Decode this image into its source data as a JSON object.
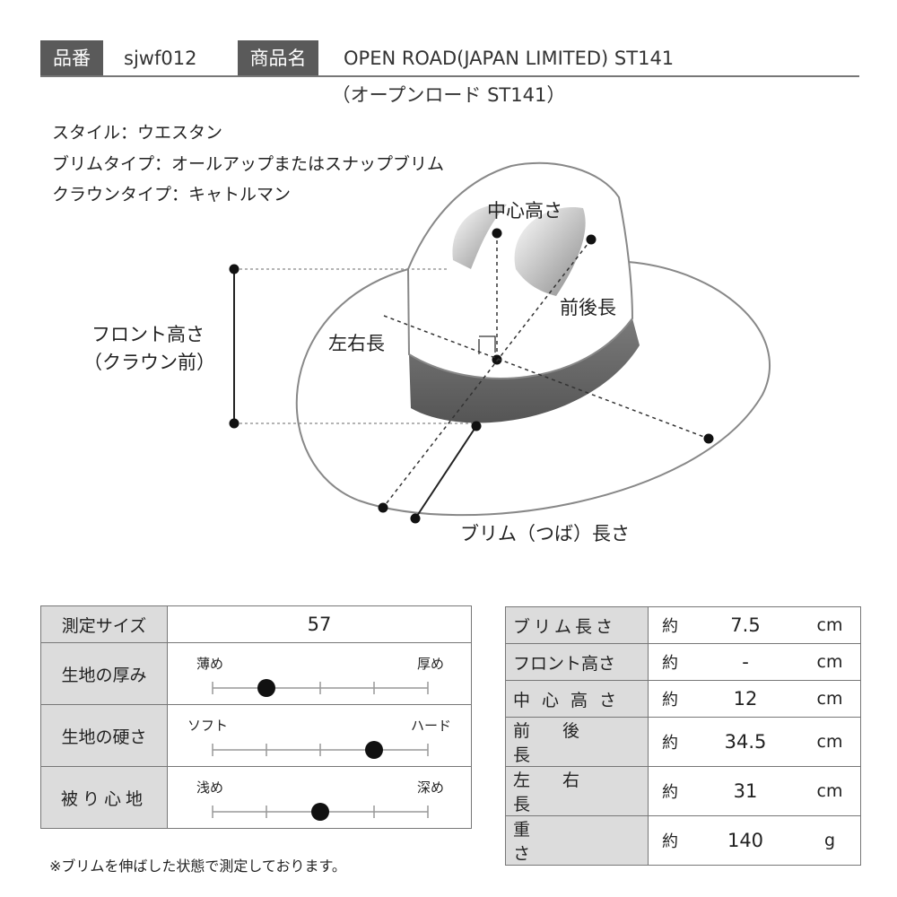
{
  "header": {
    "code_label": "品番",
    "code_value": "sjwf012",
    "name_label": "商品名",
    "name_value": "OPEN ROAD(JAPAN LIMITED) ST141",
    "subtitle": "（オープンロード ST141）"
  },
  "specs": [
    "スタイル：ウエスタン",
    "ブリムタイプ：オールアップまたはスナップブリム",
    "クラウンタイプ：キャトルマン"
  ],
  "diagram": {
    "center_height": "中心高さ",
    "front_back": "前後長",
    "left_right": "左右長",
    "front_height_1": "フロント高さ",
    "front_height_2": "（クラウン前）",
    "brim_length": "ブリム（つば）長さ"
  },
  "left_table": {
    "size_label": "測定サイズ",
    "size_value": "57",
    "rows": [
      {
        "label": "生地の厚み",
        "left": "薄め",
        "right": "厚め",
        "level": 0.25
      },
      {
        "label": "生地の硬さ",
        "left": "ソフト",
        "right": "ハード",
        "level": 0.75
      },
      {
        "label": "被り心地",
        "left": "浅め",
        "right": "深め",
        "level": 0.5
      }
    ]
  },
  "right_table": {
    "rows": [
      {
        "label": "ブリム長さ",
        "approx": "約",
        "value": "7.5",
        "unit": "cm"
      },
      {
        "label": "フロント高さ",
        "approx": "約",
        "value": "-",
        "unit": "cm"
      },
      {
        "label": "中心高さ",
        "approx": "約",
        "value": "12",
        "unit": "cm"
      },
      {
        "label": "前後長",
        "approx": "約",
        "value": "34.5",
        "unit": "cm"
      },
      {
        "label": "左右長",
        "approx": "約",
        "value": "31",
        "unit": "cm"
      },
      {
        "label": "重さ",
        "approx": "約",
        "value": "140",
        "unit": "g"
      }
    ]
  },
  "note": "※ブリムを伸ばした状態で測定しております。"
}
